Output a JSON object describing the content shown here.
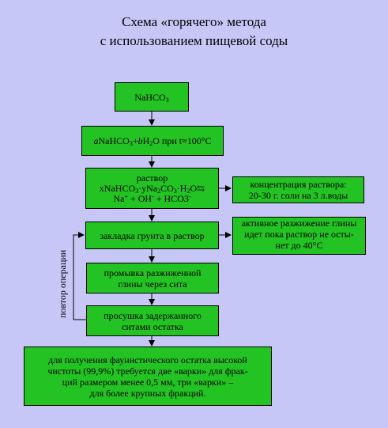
{
  "title": {
    "line1": "Схема «горячего» метода",
    "line2": "с использованием пищевой соды"
  },
  "boxes": {
    "nahco3": {
      "pre": "NaHCO",
      "sub": "3"
    },
    "reaction": {
      "a": "a",
      "p1": "NaHCO",
      "s1": "3",
      "plus": "+",
      "b": "b",
      "p2": "H",
      "s2": "2",
      "p3": "O при t≈100°C"
    },
    "solution": {
      "line1": "раствор",
      "l2a": "xNaHCO",
      "l2s1": "3",
      "l2b": "·yNa",
      "l2s2": "2",
      "l2c": "CO",
      "l2s3": "3",
      "l2d": "·H",
      "l2s4": "2",
      "l2e": "O⇆",
      "l3a": "Na",
      "l3sup1": "+",
      "l3b": " + OH",
      "l3sup2": "-",
      "l3c": " + HCO3",
      "l3sup3": "-"
    },
    "loading": "закладка грунта в раствор",
    "washing": {
      "line1": "промывка разжиженной",
      "line2": "глины через сита"
    },
    "drying": {
      "line1": "просушка задержанного",
      "line2": "ситами остатка"
    },
    "final": {
      "line1": "для получения фаунистического остатка высокой",
      "line2": "чистоты (99,9%) требуется две «варки» для фрак-",
      "line3": "ций размером менее 0,5 мм, три «варки» –",
      "line4": "для более крупных фракций."
    },
    "concentration": {
      "line1": "концентрация раствора:",
      "line2": "20-30 г. соли на 3 л.воды"
    },
    "liquefaction": {
      "line1": "активное разжижение глины",
      "line2": "идет пока раствор не осты-",
      "line3": "нет до 40°С"
    }
  },
  "loop_label": "повтор операции"
}
